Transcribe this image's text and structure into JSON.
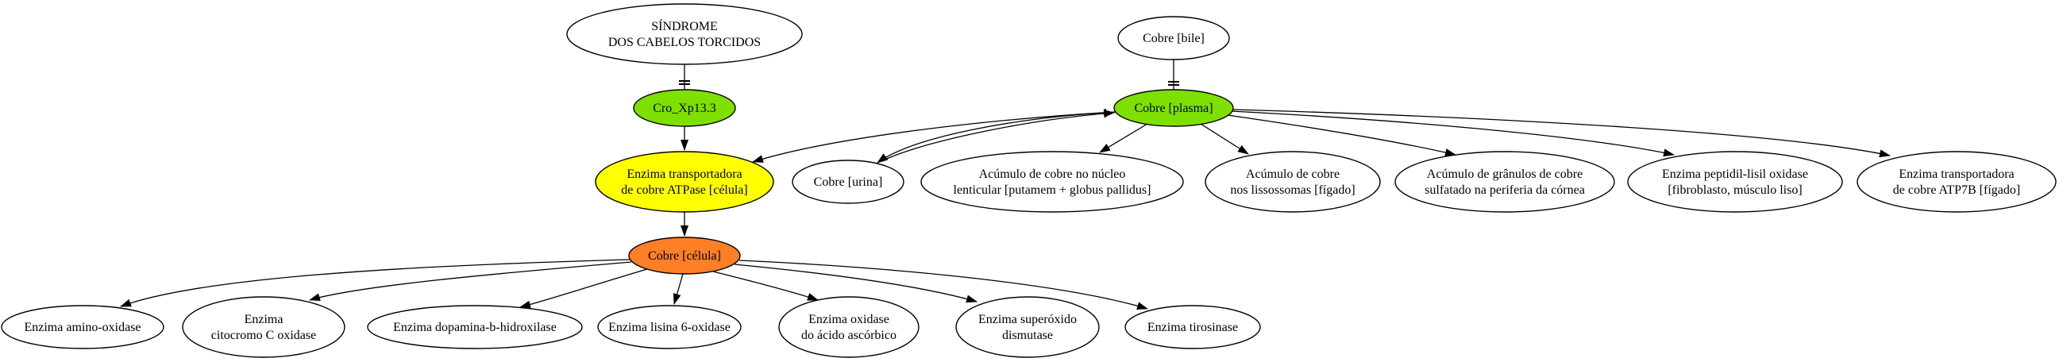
{
  "colors": {
    "default_fill": "#ffffff",
    "gene": "#7ee000",
    "plasma": "#7ee000",
    "enzyme": "#ffff00",
    "cell": "#ff7f27",
    "stroke": "#000000"
  },
  "nodes": {
    "sindrome": [
      "SÍNDROME",
      "DOS CABELOS TORCIDOS"
    ],
    "cro": [
      "Cro_Xp13.3"
    ],
    "cobre_bile": [
      "Cobre [bile]"
    ],
    "cobre_plasma": [
      "Cobre [plasma]"
    ],
    "enzima_transp_celula": [
      "Enzima transportadora",
      "de cobre ATPase [célula]"
    ],
    "cobre_urina": [
      "Cobre [urina]"
    ],
    "acumulo_nucleo": [
      "Acúmulo de cobre no núcleo",
      "lenticular [putamem + globus pallidus]"
    ],
    "acumulo_lisossomas": [
      "Acúmulo de cobre",
      "nos lissossomas [fígado]"
    ],
    "acumulo_granulos": [
      "Acúmulo de grânulos de cobre",
      "sulfatado na periferia da córnea"
    ],
    "peptidil": [
      "Enzima peptidil-lisil oxidase",
      "[fibroblasto, músculo liso]"
    ],
    "atp7b": [
      "Enzima transportadora",
      "de cobre ATP7B [fígado]"
    ],
    "cobre_celula": [
      "Cobre [célula]"
    ],
    "amino_oxidase": [
      "Enzima amino-oxidase"
    ],
    "citocromo": [
      "Enzima",
      "citocromo C oxidase"
    ],
    "dopamina": [
      "Enzima dopamina-b-hidroxilase"
    ],
    "lisina": [
      "Enzima lisina 6-oxidase"
    ],
    "ascorbico": [
      "Enzima oxidase",
      "do ácido ascórbico"
    ],
    "superoxido": [
      "Enzima superóxido",
      "dismutase"
    ],
    "tirosinase": [
      "Enzima tirosinase"
    ]
  }
}
